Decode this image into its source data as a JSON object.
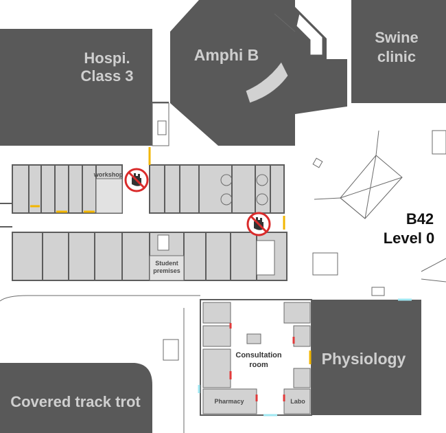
{
  "map": {
    "building_code": "B42",
    "level": "Level 0",
    "colors": {
      "dark_building": "#595959",
      "room_fill": "#d2d2d2",
      "background": "#ffffff",
      "door_accent": "#f2b600",
      "red_wall": "#e23a3a",
      "window_cyan": "#9fe7f2"
    },
    "areas": {
      "hospi": "Hospi.",
      "hospi_class": "Class 3",
      "amphi_b": "Amphi B",
      "swine": "Swine",
      "swine_clinic": "clinic",
      "physiology": "Physiology",
      "covered_track": "Covered track trot",
      "workshop": "workshop",
      "student": "Student",
      "student_premises": "premises",
      "consultation": "Consultation",
      "consultation_room": "room",
      "pharmacy": "Pharmacy",
      "labo": "Labo"
    },
    "icons": [
      "no-entry-hand-icon",
      "no-entry-hand-icon"
    ]
  }
}
